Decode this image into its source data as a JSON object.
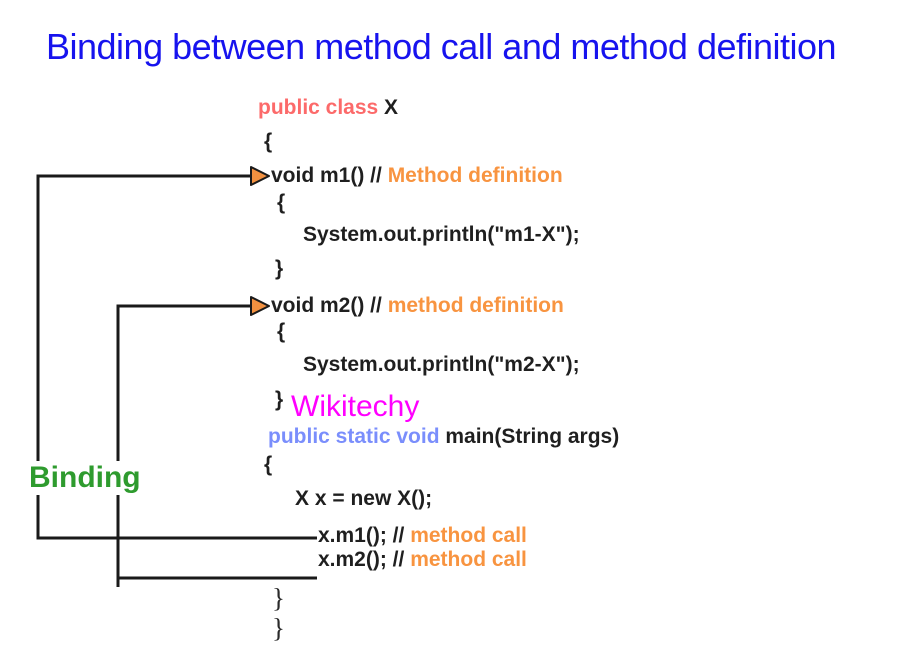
{
  "title": "Binding between method call and method definition",
  "binding_label": "Binding",
  "watermark": "Wikitechy",
  "code": {
    "class_decl": {
      "keyword": "public class",
      "name": " X"
    },
    "class_open": "{",
    "m1_def": {
      "code": "void m1() // ",
      "comment": "Method definition"
    },
    "m1_open": "{",
    "m1_body": "System.out.println(\"m1-X\");",
    "m1_close": "}",
    "m2_def": {
      "code": "void m2() // ",
      "comment": "method definition"
    },
    "m2_open": "{",
    "m2_body": "System.out.println(\"m2-X\");",
    "m2_close": "}",
    "main_decl": {
      "keyword": "public static void",
      "rest": " main(String args)"
    },
    "main_open": "{",
    "instantiation": "X x = new X();",
    "m1_call": {
      "code": "x.m1(); // ",
      "comment": "method call"
    },
    "m2_call": {
      "code": "x.m2(); // ",
      "comment": "method call"
    },
    "main_close": "}",
    "class_close": "}"
  },
  "colors": {
    "title_blue": "#1713ee",
    "keyword_red": "#fc6a6a",
    "keyword_blue": "#7a8efc",
    "comment_orange": "#f89440",
    "binding_green": "#2e9b2e",
    "watermark_magenta": "#ff00ff",
    "code_black": "#1f1f1f",
    "connector_black": "#1a1a1a",
    "arrowhead_orange": "#f29140"
  }
}
